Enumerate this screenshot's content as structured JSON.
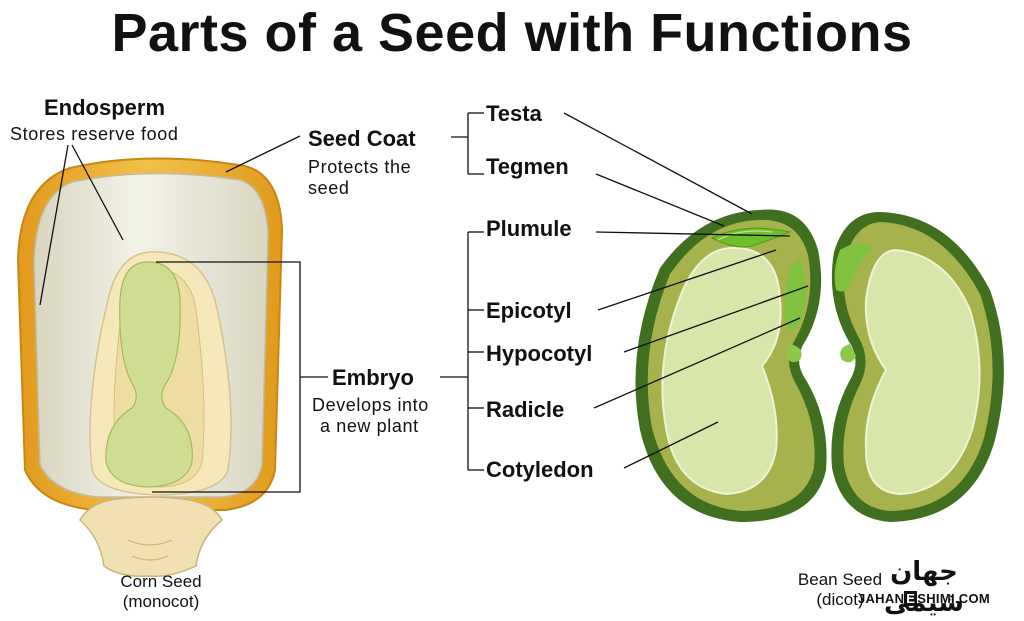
{
  "title": "Parts of a Seed with Functions",
  "labels": {
    "endosperm": "Endosperm",
    "endosperm_desc": "Stores reserve food",
    "seed_coat": "Seed Coat",
    "seed_coat_desc_1": "Protects the",
    "seed_coat_desc_2": "seed",
    "testa": "Testa",
    "tegmen": "Tegmen",
    "plumule": "Plumule",
    "epicotyl": "Epicotyl",
    "hypocotyl": "Hypocotyl",
    "embryo": "Embryo",
    "embryo_desc_1": "Develops into",
    "embryo_desc_2": "a new plant",
    "radicle": "Radicle",
    "cotyledon": "Cotyledon"
  },
  "captions": {
    "corn_1": "Corn Seed",
    "corn_2": "(monocot)",
    "bean_1": "Bean Seed",
    "bean_2": "(dicot)"
  },
  "watermark": {
    "name_fa": "جهان شیمی",
    "site_a": "JAHAN",
    "site_e": "E",
    "site_b": "SHIMI.COM"
  },
  "colors": {
    "corn_coat": "#e7a82a",
    "corn_endosperm": "#ecebdd",
    "corn_embryo": "#f5e6b5",
    "corn_embryo_core": "#c9d98a",
    "bean_coat": "#3d6e1e",
    "bean_inner": "#9fb04a",
    "bean_cotyledon": "#d6e5a8",
    "plumule": "#7cc23c"
  }
}
